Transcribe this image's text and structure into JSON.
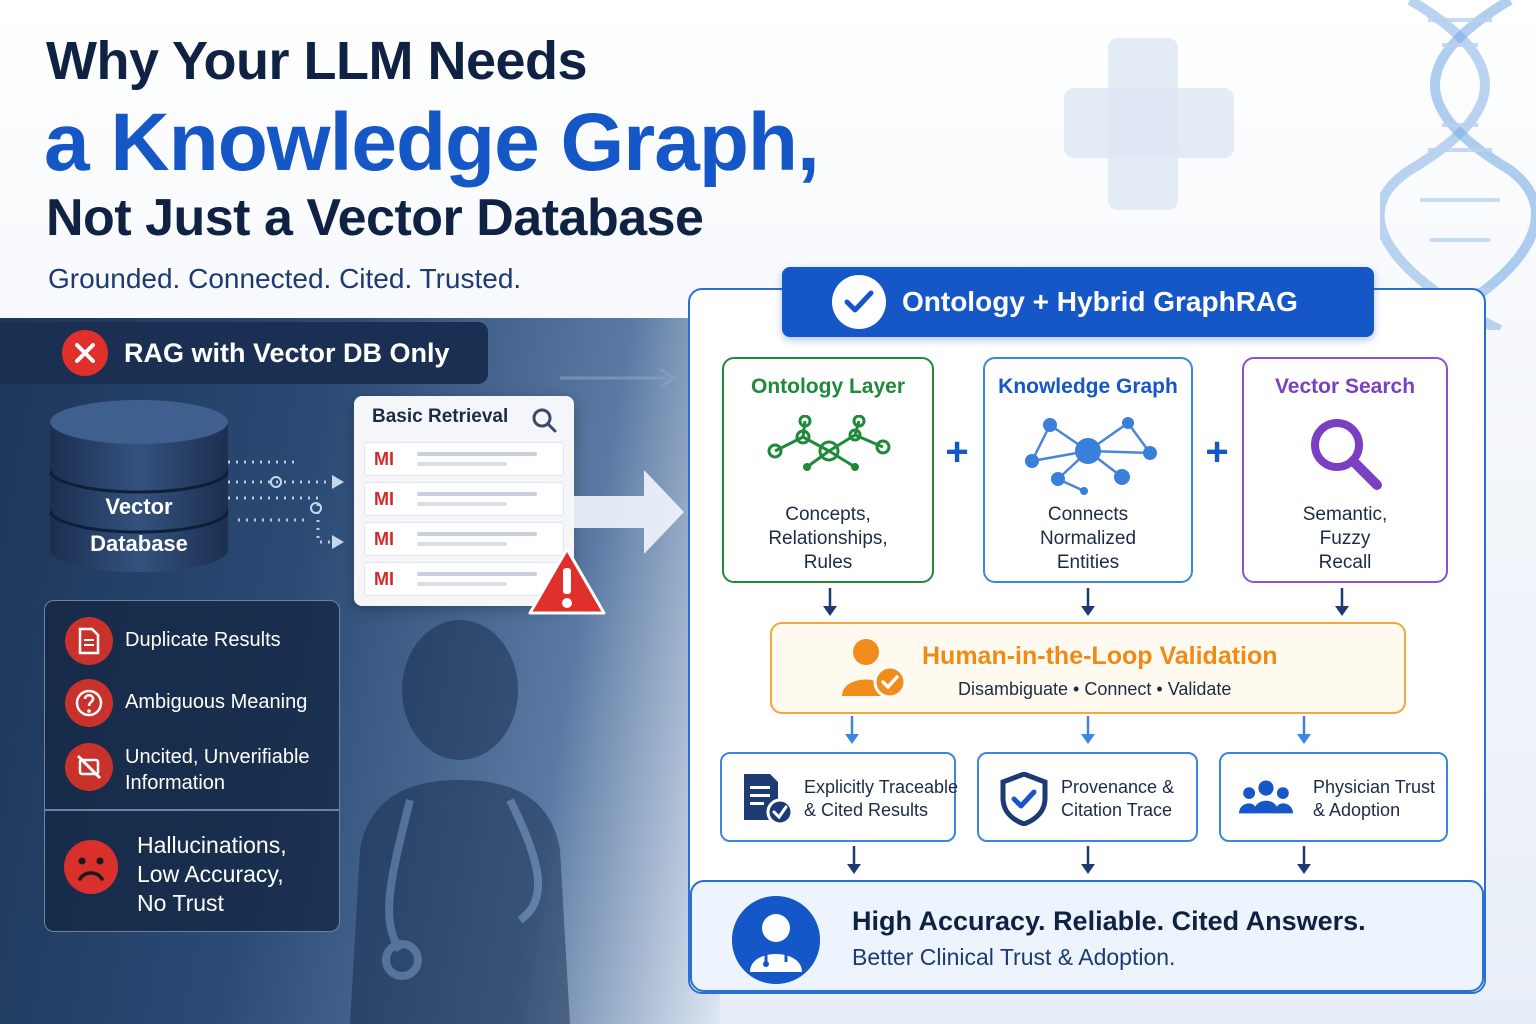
{
  "header": {
    "title_line1": "Why Your LLM Needs",
    "title_line2": "a Knowledge Graph,",
    "title_line3": "Not Just a Vector Database",
    "subtitle": "Grounded. Connected. Cited. Trusted."
  },
  "left": {
    "tag": "RAG with Vector DB Only",
    "database_line1": "Vector",
    "database_line2": "Database",
    "retrieval_title": "Basic Retrieval",
    "retrieval_rows": [
      "MI",
      "MI",
      "MI",
      "MI"
    ],
    "issues": [
      {
        "icon": "document-icon",
        "text": "Duplicate Results"
      },
      {
        "icon": "question-icon",
        "text": "Ambiguous Meaning"
      },
      {
        "icon": "no-citation-icon",
        "text_line1": "Uncited, Unverifiable",
        "text_line2": "Information"
      }
    ],
    "outcome_line1": "Hallucinations,",
    "outcome_line2": "Low Accuracy,",
    "outcome_line3": "No Trust"
  },
  "right": {
    "header": "Ontology + Hybrid GraphRAG",
    "layers": [
      {
        "title": "Ontology Layer",
        "desc_line1": "Concepts,",
        "desc_line2": "Relationships,",
        "desc_line3": "Rules",
        "color": "#1f8a3a"
      },
      {
        "title": "Knowledge Graph",
        "desc_line1": "Connects",
        "desc_line2": "Normalized",
        "desc_line3": "Entities",
        "color": "#1557c7"
      },
      {
        "title": "Vector Search",
        "desc_line1": "Semantic,",
        "desc_line2": "Fuzzy",
        "desc_line3": "Recall",
        "color": "#7b3fc4"
      }
    ],
    "plus_symbol": "+",
    "hitl_title": "Human-in-the-Loop Validation",
    "hitl_sub": "Disambiguate • Connect • Validate",
    "outputs": [
      {
        "line1": "Explicitly Traceable",
        "line2": "& Cited Results",
        "icon": "cited-document-icon"
      },
      {
        "line1": "Provenance &",
        "line2": "Citation Trace",
        "icon": "shield-check-icon"
      },
      {
        "line1": "Physician Trust",
        "line2": "& Adoption",
        "icon": "group-icon"
      }
    ],
    "final_title": "High Accuracy. Reliable. Cited Answers.",
    "final_sub": "Better Clinical Trust & Adoption."
  },
  "colors": {
    "brand_blue": "#1557c7",
    "navy": "#0f2244",
    "alert_red": "#e0302b",
    "ontology_green": "#1f8a3a",
    "vector_purple": "#7b3fc4",
    "validation_orange": "#ef8a17"
  }
}
